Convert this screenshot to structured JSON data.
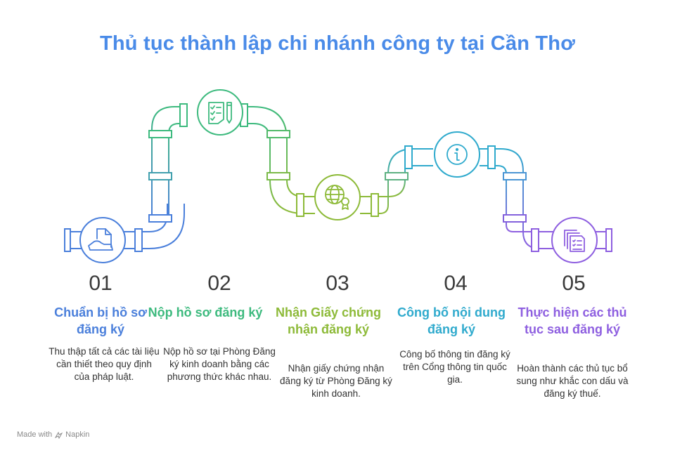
{
  "title": "Thủ tục thành lập chi nhánh công ty tại Cần Thơ",
  "colors": {
    "title": "#4A8BE8",
    "step1": "#4A7FDB",
    "step2": "#3DBA7E",
    "step3": "#8DBA38",
    "step4": "#2FAACD",
    "step5": "#8E5FE0"
  },
  "steps": [
    {
      "number": "01",
      "heading": "Chuẩn bị hồ sơ đăng ký",
      "desc": "Thu thập tất cả các tài liệu cần thiết theo quy định của pháp luật.",
      "icon": "document-hand-icon"
    },
    {
      "number": "02",
      "heading": "Nộp hồ sơ đăng ký",
      "desc": "Nộp hồ sơ tại Phòng Đăng ký kinh doanh bằng các phương thức khác nhau.",
      "icon": "checklist-pen-icon"
    },
    {
      "number": "03",
      "heading": "Nhận Giấy chứng nhận đăng ký",
      "desc": "Nhận giấy chứng nhận đăng ký từ Phòng Đăng ký kinh doanh.",
      "icon": "globe-certificate-icon"
    },
    {
      "number": "04",
      "heading": "Công bố nội dung đăng ký",
      "desc": "Công bố thông tin đăng ký trên Cổng thông tin quốc gia.",
      "icon": "info-icon"
    },
    {
      "number": "05",
      "heading": "Thực hiện các thủ tục sau đăng ký",
      "desc": "Hoàn thành các thủ tục bổ sung như khắc con dấu và đăng ký thuế.",
      "icon": "documents-list-icon"
    }
  ],
  "footer": {
    "made_with": "Made with",
    "brand": "Napkin"
  }
}
